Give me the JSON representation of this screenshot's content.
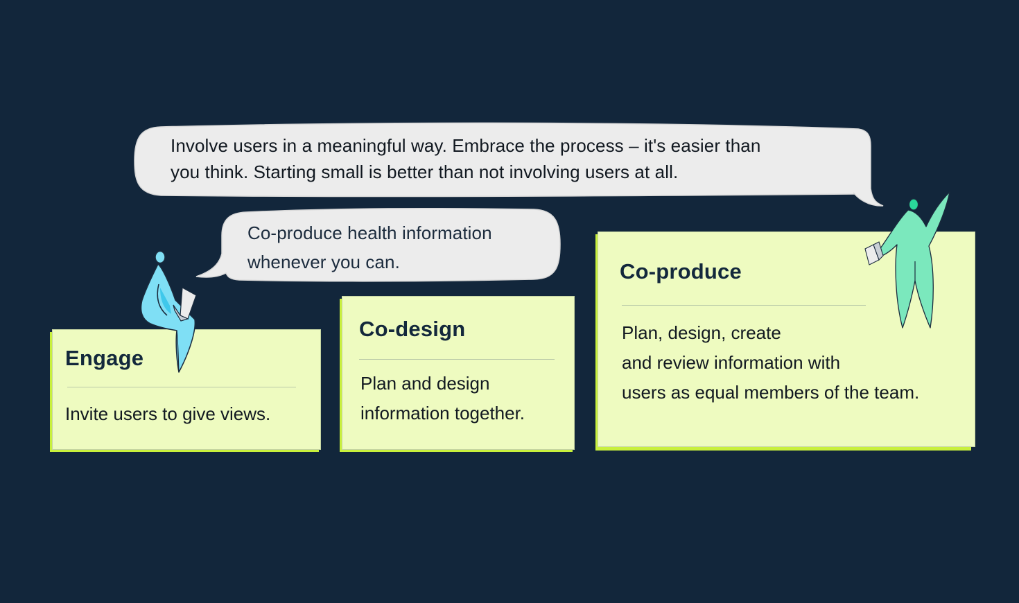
{
  "bubbles": {
    "main": {
      "lines": [
        "Involve users in a meaningful way. Embrace the process – it's easier than",
        "you think. Starting small is better than not involving users at all."
      ]
    },
    "secondary": {
      "lines": [
        "Co-produce health information",
        "whenever you can."
      ]
    }
  },
  "cards": [
    {
      "title": "Engage",
      "body_lines": [
        "Invite users to give views."
      ]
    },
    {
      "title": "Co-design",
      "body_lines": [
        "Plan and design",
        "information together."
      ]
    },
    {
      "title": "Co-produce",
      "body_lines": [
        "Plan, design, create",
        "and review information with",
        "users as equal members of the team."
      ]
    }
  ],
  "figures": {
    "sitting": {
      "icon": "person-with-laptop-icon"
    },
    "standing": {
      "icon": "person-waving-with-document-icon"
    }
  },
  "colors": {
    "background": "#12263b",
    "card": "#eefbc0",
    "card_accent": "#c8f03c",
    "bubble": "#ececec",
    "figure_blue": "#7fdff5",
    "figure_green": "#7be8bd",
    "heading": "#13283c"
  }
}
